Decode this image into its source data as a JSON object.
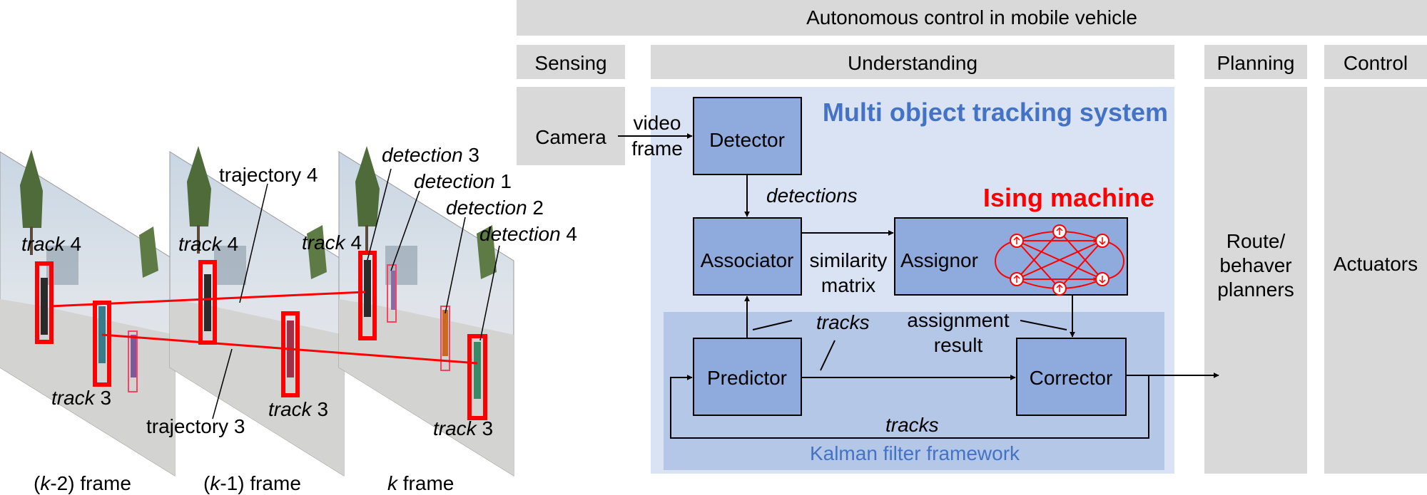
{
  "top_header": "Autonomous control in mobile vehicle",
  "stages": {
    "sensing": "Sensing",
    "understanding": "Understanding",
    "planning": "Planning",
    "control": "Control"
  },
  "camera": "Camera",
  "planners": [
    "Route/",
    "behaver",
    "planners"
  ],
  "actuators": "Actuators",
  "mot_title": "Multi object tracking system",
  "ising_title": "Ising machine",
  "kalman_label": "Kalman filter framework",
  "blocks": {
    "detector": "Detector",
    "associator": "Associator",
    "assignor": "Assignor",
    "predictor": "Predictor",
    "corrector": "Corrector"
  },
  "arrow_labels": {
    "video": "video",
    "frame": "frame",
    "detections": "detections",
    "similarity": "similarity",
    "matrix": "matrix",
    "tracks_top": "tracks",
    "assignment": "assignment",
    "result": "result",
    "tracks_bottom": "tracks"
  },
  "frames": {
    "k2": {
      "pre": "(",
      "k": "k",
      "post": "-2) frame"
    },
    "k1": {
      "pre": "(",
      "k": "k",
      "post": "-1) frame"
    },
    "k": {
      "k": "k",
      "post": " frame"
    }
  },
  "tracking_labels": {
    "trajectory4": "trajectory 4",
    "trajectory3": "trajectory 3",
    "track4_a": {
      "word": "track",
      "num": " 4"
    },
    "track4_b": {
      "word": "track",
      "num": " 4"
    },
    "track4_c": {
      "word": "track",
      "num": " 4"
    },
    "track3_a": {
      "word": "track",
      "num": " 3"
    },
    "track3_b": {
      "word": "track",
      "num": " 3"
    },
    "track3_c": {
      "word": "track",
      "num": " 3"
    },
    "det3": {
      "word": "detection",
      "num": " 3"
    },
    "det1": {
      "word": "detection",
      "num": " 1"
    },
    "det2": {
      "word": "detection",
      "num": " 2"
    },
    "det4": {
      "word": "detection",
      "num": " 4"
    }
  },
  "colors": {
    "stage_gray": "#d9d9d9",
    "mot_bg": "#dae3f3",
    "kalman_bg": "#b4c7e7",
    "block": "#8faadc",
    "accent_blue": "#4472c4",
    "ising_red": "#ff0000"
  }
}
